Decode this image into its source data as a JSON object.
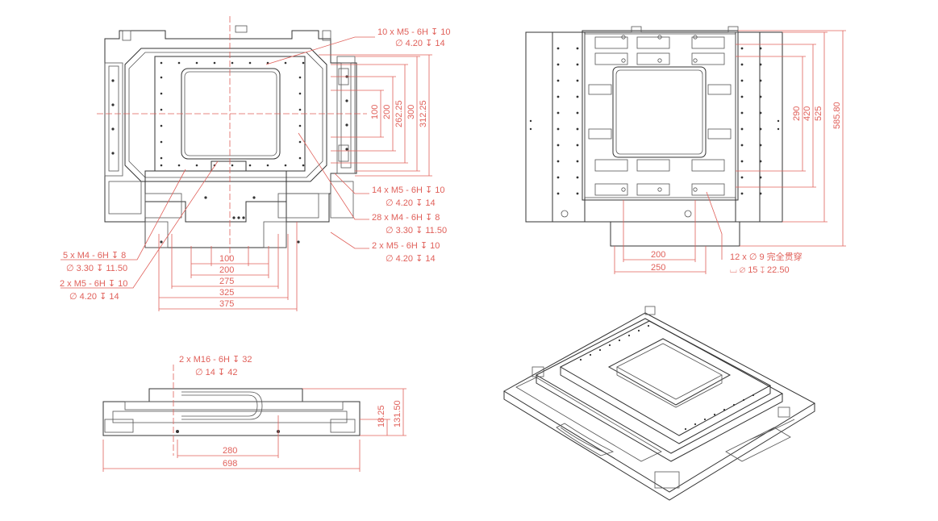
{
  "colors": {
    "line": "#333333",
    "dimension": "#e0605a",
    "background": "#ffffff"
  },
  "top_view": {
    "dims_bottom": [
      "100",
      "200",
      "275",
      "325",
      "375"
    ],
    "dims_right": [
      "100",
      "200",
      "262.25",
      "300",
      "312.25"
    ],
    "notes": [
      {
        "l1": "10 x  M5 - 6H ↧ 10",
        "l2": "∅ 4.20 ↧ 14"
      },
      {
        "l1": "14 x  M5 - 6H ↧ 10",
        "l2": "∅ 4.20 ↧ 14"
      },
      {
        "l1": "28 x  M4 - 6H ↧ 8",
        "l2": "∅ 3.30 ↧ 11.50"
      },
      {
        "l1": "2 x  M5 - 6H ↧ 10",
        "l2": "∅ 4.20 ↧ 14"
      },
      {
        "l1": "5 x  M4 - 6H ↧ 8",
        "l2": "∅ 3.30 ↧ 11.50"
      },
      {
        "l1": "2 x  M5 - 6H ↧ 10",
        "l2": "∅ 4.20 ↧ 14"
      }
    ]
  },
  "bottom_view": {
    "dims_bottom": [
      "200",
      "250"
    ],
    "dims_right": [
      "290",
      "420",
      "525",
      "585.80"
    ],
    "note": {
      "l1": "12 x  ∅ 9 完全贯穿",
      "l2": "⌴  ∅ 15 ↧ 22.50"
    }
  },
  "side_view": {
    "note": {
      "l1": "2 x  M16 - 6H ↧ 32",
      "l2": "∅ 14 ↧ 42"
    },
    "dims_bottom": [
      "280",
      "698"
    ],
    "dims_right": [
      "18.25",
      "131.50"
    ]
  }
}
